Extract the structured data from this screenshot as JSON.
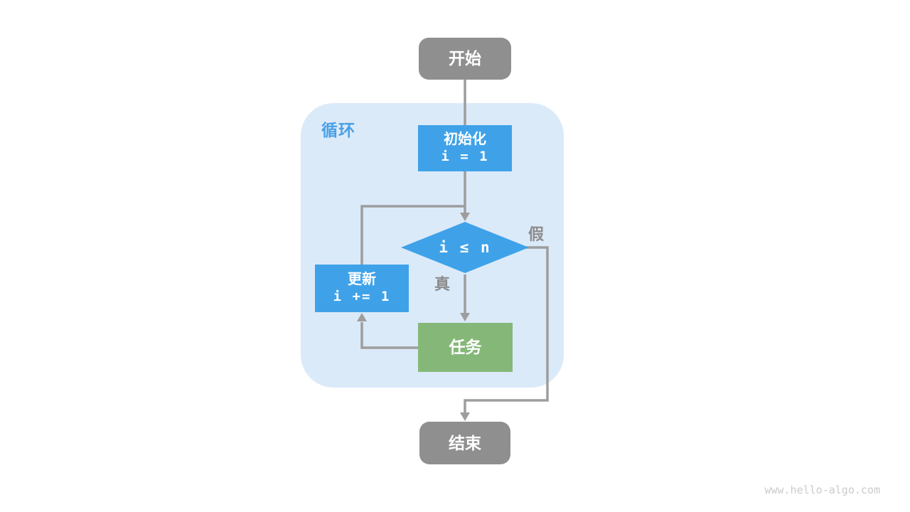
{
  "diagram": {
    "title_semantic": "loop flowchart",
    "loop_container": {
      "label": "循环"
    },
    "nodes": {
      "start": {
        "label": "开始"
      },
      "init": {
        "title": "初始化",
        "code": "i = 1"
      },
      "condition": {
        "code": "i ≤ n"
      },
      "update": {
        "title": "更新",
        "code": "i += 1"
      },
      "task": {
        "label": "任务"
      },
      "end": {
        "label": "结束"
      }
    },
    "edge_labels": {
      "true_label": "真",
      "false_label": "假"
    },
    "watermark": "www.hello-algo.com",
    "colors": {
      "node_gray": "#8f8f8f",
      "node_blue": "#3fa2e9",
      "node_green": "#85b878",
      "container_blue": "#dbeaf9",
      "loop_label_blue": "#4aa0e6",
      "line_gray": "#9d9d9d",
      "edge_label_gray": "#8c8c8c",
      "watermark_gray": "#cbcbcb",
      "background": "#ffffff",
      "node_text": "#ffffff"
    }
  }
}
